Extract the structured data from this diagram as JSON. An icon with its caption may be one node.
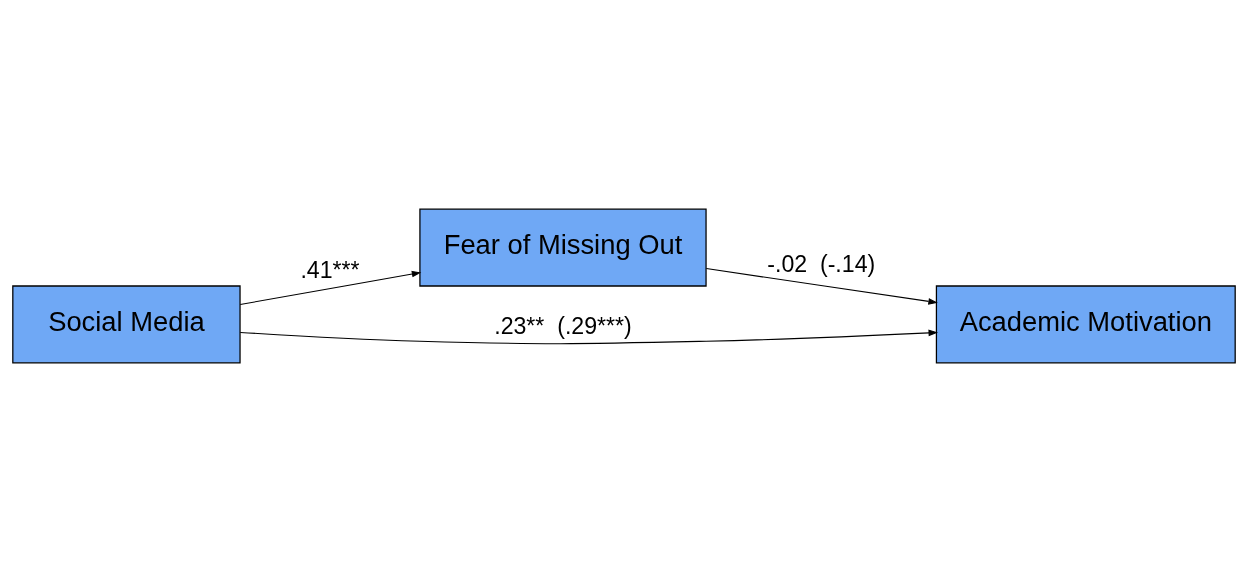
{
  "diagram": {
    "nodes": [
      {
        "text": [
          "Fear of Missing Out"
        ]
      },
      {
        "text": [
          "Social Media"
        ]
      },
      {
        "text": [
          "Academic Motivation"
        ]
      }
    ],
    "edges": [
      {
        "from": 1,
        "to": 0,
        "arrow": "to",
        "label": ".41***"
      },
      {
        "from": 0,
        "to": 2,
        "arrow": "to",
        "label": "-.02  (-.14)"
      },
      {
        "from": 1,
        "to": 2,
        "arrow": "to",
        "label": ".23**  (.29***)"
      }
    ]
  }
}
